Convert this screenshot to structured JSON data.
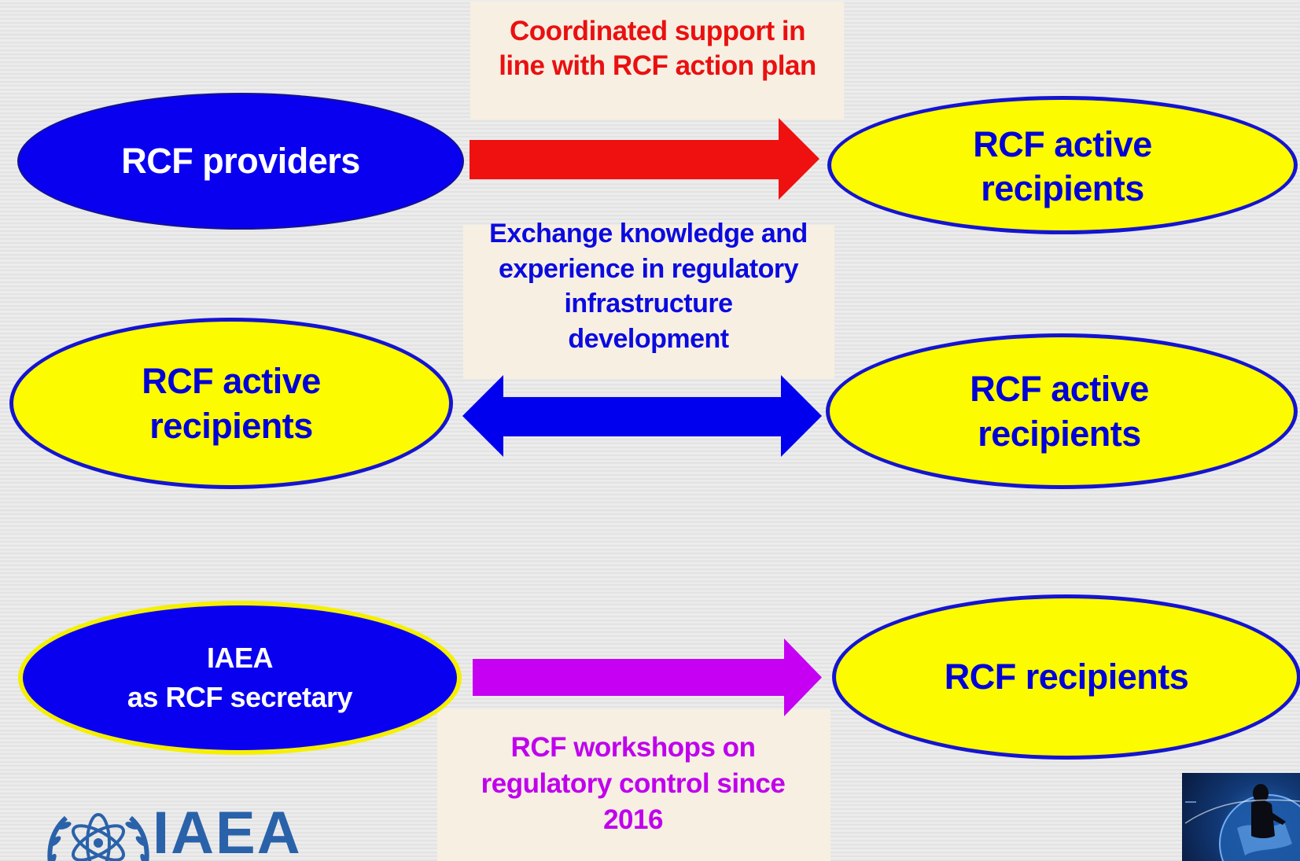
{
  "colors": {
    "provider_fill": "#0a00f0",
    "recipient_fill": "#fcfb00",
    "recipient_border": "#1414d0",
    "support_arrow": "#ef1010",
    "exchange_arrow": "#0000ee",
    "workshop_arrow": "#c600f2",
    "label_box": "#f7efe2"
  },
  "row1": {
    "left_node": "RCF providers",
    "right_node": "RCF active recipients",
    "arrow_label": "Coordinated support in line with RCF action plan"
  },
  "row2": {
    "left_node": "RCF active recipients",
    "right_node": "RCF active recipients",
    "arrow_label": "Exchange knowledge and experience in regulatory infrastructure development"
  },
  "row3": {
    "left_node_line1": "IAEA",
    "left_node_line2": "as RCF secretary",
    "right_node": "RCF recipients",
    "arrow_label": "RCF workshops on regulatory control since 2016"
  },
  "logo": {
    "text": "IAEA",
    "icon": "iaea-atom-laurel-icon"
  },
  "corner_image": {
    "icon": "globe-person-icon"
  }
}
